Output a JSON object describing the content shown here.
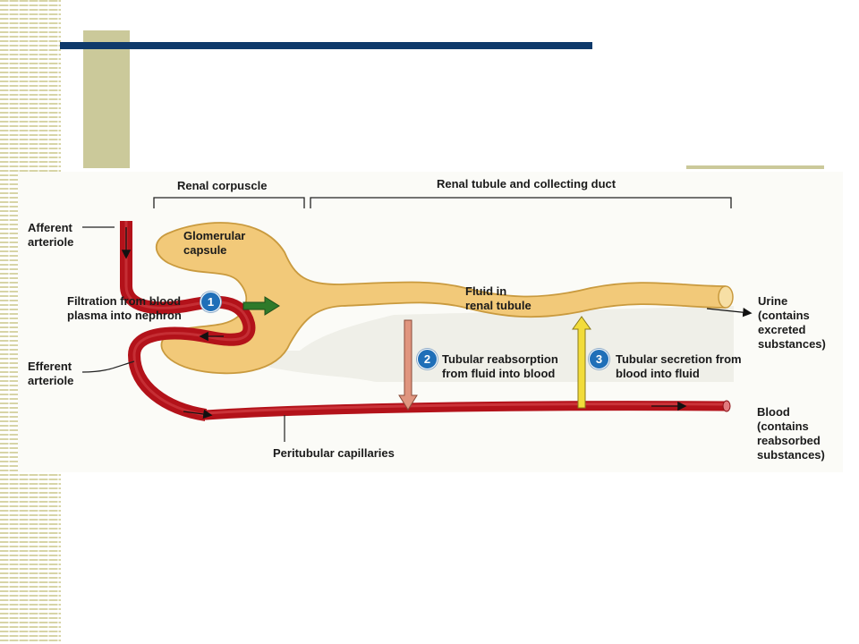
{
  "figure": {
    "labels": {
      "renal_corpuscle": "Renal corpuscle",
      "renal_tubule": "Renal tubule and collecting duct",
      "afferent": "Afferent\narteriole",
      "efferent": "Efferent\narteriole",
      "glomerular_capsule": "Glomerular\ncapsule",
      "filtration": "Filtration from blood\nplasma into nephron",
      "fluid_tubule": "Fluid in\nrenal tubule",
      "reabsorption": "Tubular reabsorption\nfrom fluid into blood",
      "secretion": "Tubular secretion from\nblood into fluid",
      "urine": "Urine\n(contains\nexcreted\nsubstances)",
      "blood": "Blood\n(contains\nreabsorbed\nsubstances)",
      "peritubular": "Peritubular capillaries"
    },
    "steps": [
      "1",
      "2",
      "3"
    ],
    "colors": {
      "tubule": "#f2c979",
      "vessel": "#b3121a",
      "filtration_arrow": "#2f7a2a",
      "reabsorption_arrow": "#e0957f",
      "secretion_arrow": "#f2dc3a",
      "badge": "#1f6fb8",
      "title_bar": "#0f3a6b",
      "accent_olive": "#cbc99a"
    }
  }
}
